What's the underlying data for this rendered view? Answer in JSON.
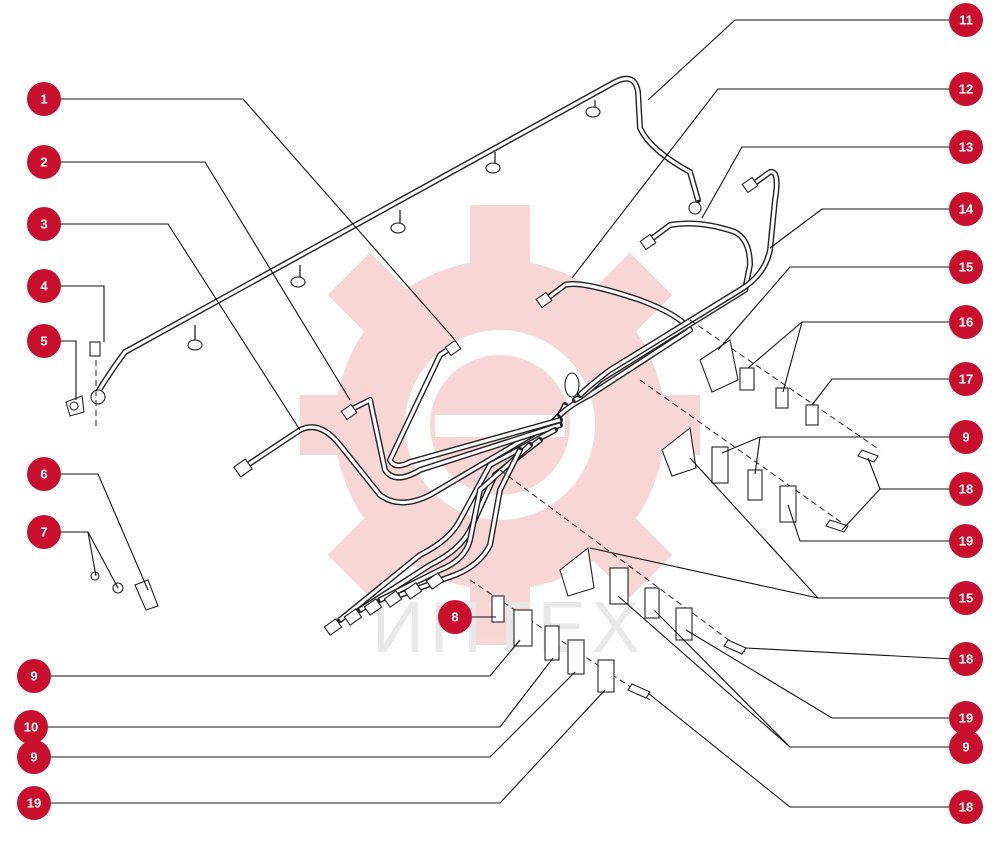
{
  "watermark": {
    "text": "ИНТЕХ",
    "color": "#f3b6b6"
  },
  "callout_color": "#c8102e",
  "callouts": [
    {
      "id": "c1",
      "label": "1"
    },
    {
      "id": "c2",
      "label": "2"
    },
    {
      "id": "c3",
      "label": "3"
    },
    {
      "id": "c4",
      "label": "4"
    },
    {
      "id": "c5",
      "label": "5"
    },
    {
      "id": "c6",
      "label": "6"
    },
    {
      "id": "c7",
      "label": "7"
    },
    {
      "id": "c8",
      "label": "8"
    },
    {
      "id": "c9a",
      "label": "9"
    },
    {
      "id": "c10",
      "label": "10"
    },
    {
      "id": "c9b",
      "label": "9"
    },
    {
      "id": "c19a",
      "label": "19"
    },
    {
      "id": "c11",
      "label": "11"
    },
    {
      "id": "c12",
      "label": "12"
    },
    {
      "id": "c13",
      "label": "13"
    },
    {
      "id": "c14",
      "label": "14"
    },
    {
      "id": "c15a",
      "label": "15"
    },
    {
      "id": "c16",
      "label": "16"
    },
    {
      "id": "c17",
      "label": "17"
    },
    {
      "id": "c9c",
      "label": "9"
    },
    {
      "id": "c18a",
      "label": "18"
    },
    {
      "id": "c19b",
      "label": "19"
    },
    {
      "id": "c15b",
      "label": "15"
    },
    {
      "id": "c18b",
      "label": "18"
    },
    {
      "id": "c19c",
      "label": "19"
    },
    {
      "id": "c9d",
      "label": "9"
    },
    {
      "id": "c18c",
      "label": "18"
    }
  ]
}
